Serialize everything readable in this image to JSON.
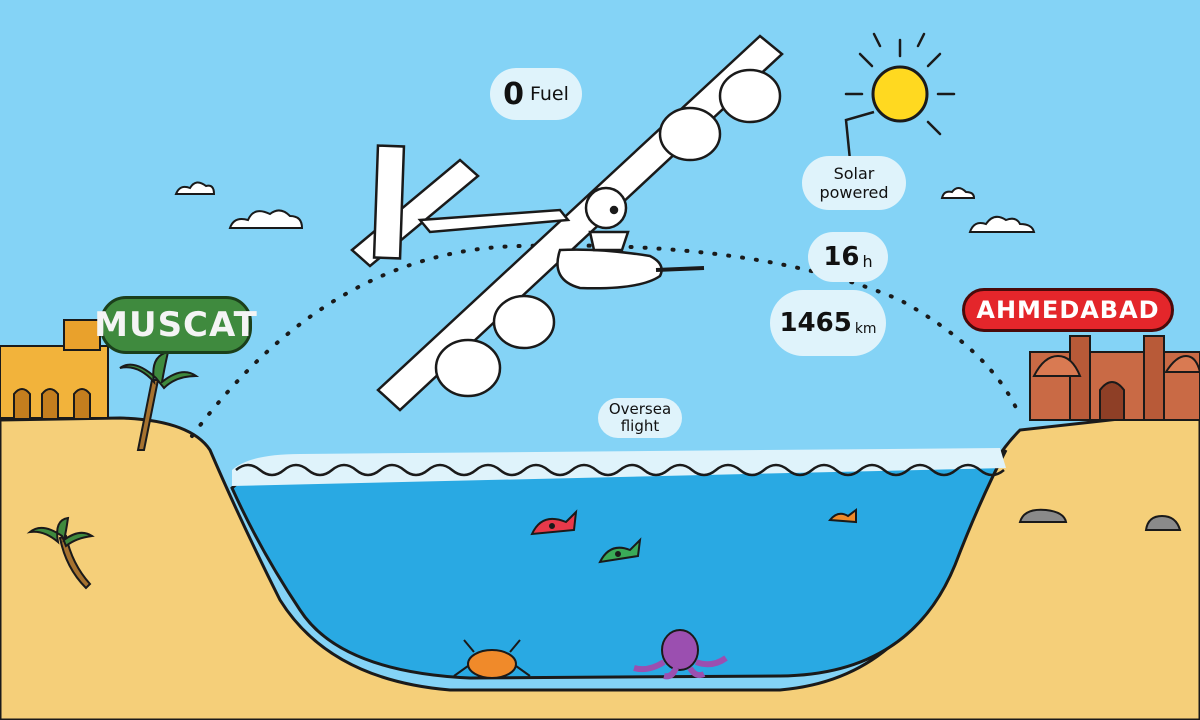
{
  "cities": {
    "origin": "MUSCAT",
    "destination": "AHMEDABAD"
  },
  "labels": {
    "fuel_value": "0",
    "fuel_label": "Fuel",
    "solar_line1": "Solar",
    "solar_line2": "powered",
    "duration_value": "16",
    "duration_unit": "h",
    "distance_value": "1465",
    "distance_unit": "km",
    "oversea_line1": "Oversea",
    "oversea_line2": "flight"
  },
  "colors": {
    "sky": "#84d3f6",
    "sand": "#f5cf79",
    "sea": "#29a9e3",
    "sun": "#ffd920",
    "muscat_badge": "#3f8a3e",
    "ahmedabad_badge": "#e4262b"
  },
  "icons": [
    "sun-icon",
    "solar-plane-icon",
    "palm-tree-icon",
    "fish-icon",
    "crab-icon",
    "octopus-icon",
    "cloud-icon",
    "fort-icon",
    "palace-icon"
  ]
}
